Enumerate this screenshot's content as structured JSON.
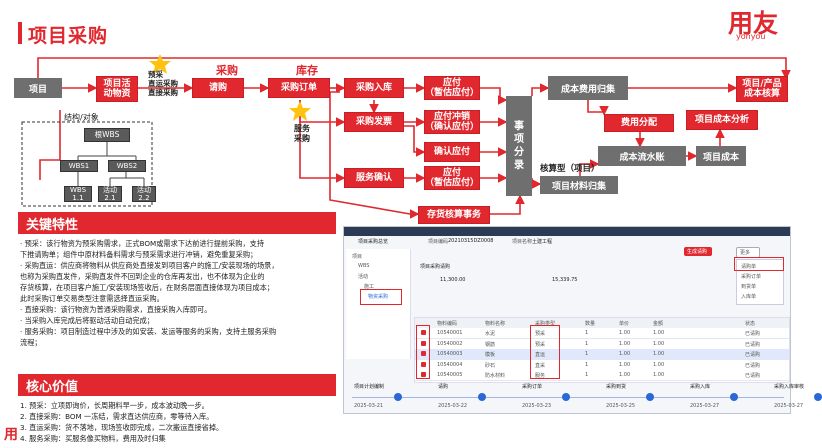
{
  "title": "项目采购",
  "logo": {
    "main": "用友",
    "sub": "yonyou"
  },
  "flow": {
    "project": "项目",
    "activity": "项目活\n动物资",
    "label_preorder": "预采\n直运采购\n直接采购",
    "label_purchase": "采购",
    "label_stock": "库存",
    "requisition": "请购",
    "po": "采购订单",
    "inbound": "采购入库",
    "invoice": "采购发票",
    "service_confirm": "服务确认",
    "label_service": "服务\n采购",
    "ap1": "应付\n（暂估应付）",
    "ap_offset": "应付冲销\n（确认应付）",
    "ap_confirm": "确认应付",
    "ap2": "应付\n（暂估应付）",
    "cost_split": "事\n项\n分\n录",
    "cost_collect": "成本费用归集",
    "fee_alloc": "费用分配",
    "cost_flow": "成本流水账",
    "proj_cost_analysis": "项目成本分析",
    "proj_cost": "项目成本",
    "proj_product_cost": "项目/产品\n成本核算",
    "label_costtype": "核算型（项目）",
    "material_collect": "项目材料归集",
    "inventory_acct": "存货核算事务",
    "label_structure": "结构/对象",
    "wbs_root": "根WBS",
    "wbs1": "WBS1",
    "wbs2": "WBS2",
    "wbs11": "WBS\n1.1",
    "act21": "活动\n2.1",
    "act22": "活动\n2.2"
  },
  "features": {
    "header": "关键特性",
    "lines": [
      "·  预采：该行物资为预采购需求，正式BOM或需求下达前进行提前采购，支持",
      "    下推请购单；组件中原材料备料需求与预采需求进行冲销，避免重复采购；",
      "·  采购直运：供应商将物料从供应商处直接发到项目客户的施工/安装现场的场景，",
      "    也称为采购直发件，采购直发件不回到企业的仓库再发出，也不体现为企业的",
      "    存货核算，在项目客户施工/安装现场签收后，在财务层面直接体现为项目成本；",
      "    此时采购订单交易类型注意需选择直运采购。",
      "·  直接采购：该行物资为普通采购需求，直接采购入库即可。",
      "·  当采购入库完成后将驱动活动自动完成；",
      "·  服务采购：项目制造过程中涉及的如安装、发运等服务的采购，支持主服务采购",
      "    流程；"
    ]
  },
  "value": {
    "header": "核心价值",
    "lines": [
      "1.  预采：立项即询价，长周期料早一步，成本波动晚一步。",
      "2.  直接采购：BOM 一冻结，需求直达供应商，零等待入库。",
      "3.  直运采购：货不落地，现场签收即完成，二次搬运直接省掉。",
      "4.  服务采购：买服务像买物料，费用及时归集"
    ],
    "footer_mark": "用"
  },
  "screenshot": {
    "tab": "项目采购总览",
    "code_label": "项目编码",
    "code_value": "20210315DZ0008",
    "name_label": "项目名称",
    "name_value": "土建工程",
    "section": "项目采购请购",
    "amount1": "11,300.00",
    "amount2": "15,339.75",
    "btn_generate": "生成请购",
    "btn_more": "更多",
    "menu": [
      "请购单",
      "采购订单",
      "到货单",
      "入库单"
    ],
    "tree": [
      "项目",
      "WBS",
      "活动",
      "施工",
      "物资采购"
    ],
    "headers": [
      "物料编码",
      "物料名称",
      "采购类型",
      "数量",
      "单价",
      "金额",
      "状态"
    ],
    "rows": [
      [
        "10540001",
        "水泥",
        "预采",
        "1",
        "1.00",
        "1.00",
        "已请购"
      ],
      [
        "10540002",
        "钢筋",
        "预采",
        "1",
        "1.00",
        "1.00",
        "已请购"
      ],
      [
        "10540003",
        "模板",
        "直运",
        "1",
        "1.00",
        "1.00",
        "已请购"
      ],
      [
        "10540004",
        "砂石",
        "直采",
        "1",
        "1.00",
        "1.00",
        "已请购"
      ],
      [
        "10540005",
        "防水材料",
        "服务",
        "1",
        "1.00",
        "1.00",
        "已请购"
      ]
    ],
    "timeline": [
      {
        "label": "项目计划编制",
        "date": "2025-03-21"
      },
      {
        "label": "请购",
        "date": "2025-03-22"
      },
      {
        "label": "采购订单",
        "date": "2025-03-23"
      },
      {
        "label": "采购到货",
        "date": "2025-03-25"
      },
      {
        "label": "采购入库",
        "date": "2025-03-27"
      },
      {
        "label": "采购入库审核",
        "date": "2025-03-27"
      }
    ]
  }
}
